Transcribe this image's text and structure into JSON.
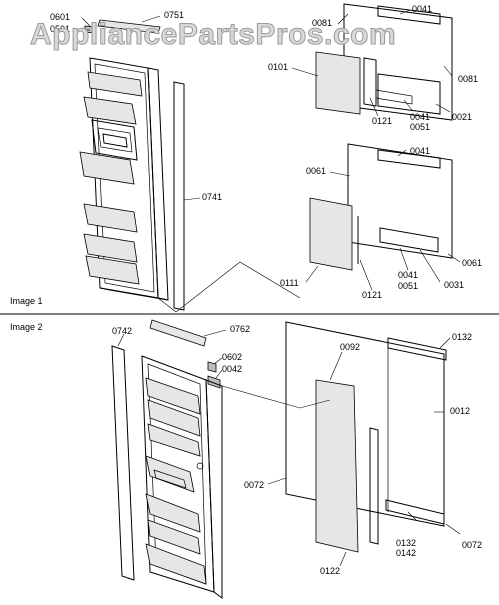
{
  "watermark": "AppliancePartsPros.com",
  "image1": {
    "title": "Image 1",
    "labels": {
      "p0601": "0601",
      "p0501": "0501",
      "p0751": "0751",
      "p0081_top": "0081",
      "p0041_top1": "0041",
      "p0081_right": "0081",
      "p0101": "0101",
      "p0121_top": "0121",
      "p0041_mid": "0041",
      "p0051_mid": "0051",
      "p0021": "0021",
      "p0741": "0741",
      "p0061_left": "0061",
      "p0041_top2": "0041",
      "p0111": "0111",
      "p0121_bot": "0121",
      "p0041_bot": "0041",
      "p0051_bot": "0051",
      "p0031": "0031",
      "p0061_right": "0061"
    }
  },
  "image2": {
    "title": "Image 2",
    "labels": {
      "p0742": "0742",
      "p0762": "0762",
      "p0602": "0602",
      "p0042": "0042",
      "p0092": "0092",
      "p0132_top": "0132",
      "p0012": "0012",
      "p0072_left": "0072",
      "p0132_bot": "0132",
      "p0142": "0142",
      "p0072_right": "0072",
      "p0122": "0122"
    }
  }
}
